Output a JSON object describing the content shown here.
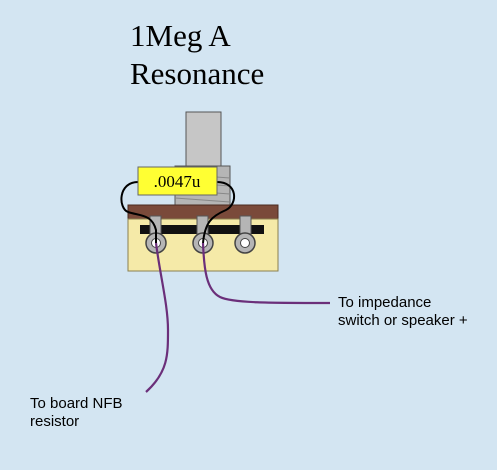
{
  "title": {
    "line1": "1Meg A",
    "line2": "Resonance"
  },
  "capacitor": {
    "value": ".0047u",
    "color": "#ffff33"
  },
  "labels": {
    "impedance_line1": "To impedance",
    "impedance_line2": "switch or speaker +",
    "nfb_line1": "To board NFB",
    "nfb_line2": "resistor"
  },
  "colors": {
    "background": "#d3e5f2",
    "pot_body": "#f5eaa8",
    "pot_top": "#7a4a3a",
    "wire": "#6b2f7a"
  }
}
